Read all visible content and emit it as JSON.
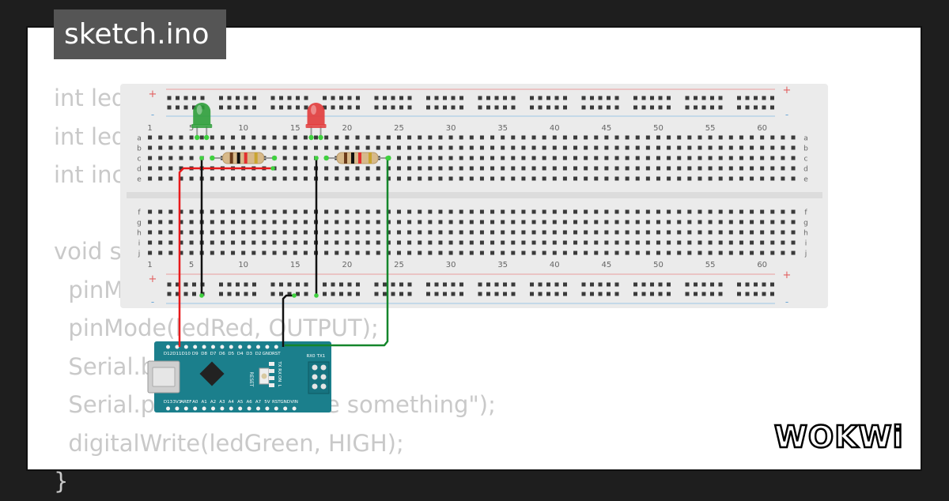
{
  "tab": {
    "title": "sketch.ino"
  },
  "code_lines": [
    "int ledG",
    "int ledR",
    "int inc",
    "",
    "void s",
    "  pinM",
    "  pinMode(ledRed, OUTPUT);",
    "  Serial.b",
    "  Serial.p                    rite something\");",
    "  digitalWrite(ledGreen, HIGH);",
    "}"
  ],
  "breadboard": {
    "column_labels": [
      "1",
      "5",
      "10",
      "15",
      "20",
      "25",
      "30",
      "35",
      "40",
      "45",
      "50",
      "55",
      "60"
    ],
    "row_labels_top": [
      "a",
      "b",
      "c",
      "d",
      "e"
    ],
    "row_labels_bottom": [
      "f",
      "g",
      "h",
      "i",
      "j"
    ],
    "rail_plus": "+",
    "rail_minus": "-"
  },
  "leds": [
    {
      "name": "green-led",
      "color": "#2e9e3a"
    },
    {
      "name": "red-led",
      "color": "#e23b3b"
    }
  ],
  "wires": {
    "red": "#e8191b",
    "black": "#111111",
    "green": "#14862b"
  },
  "arduino": {
    "top_pins": [
      "D12",
      "D11",
      "D10",
      "D9",
      "D8",
      "D7",
      "D6",
      "D5",
      "D4",
      "D3",
      "D2",
      "GND",
      "RST",
      "RX0",
      "TX1"
    ],
    "bottom_pins": [
      "D13",
      "3V3",
      "AREF",
      "A0",
      "A1",
      "A2",
      "A3",
      "A4",
      "A5",
      "A6",
      "A7",
      "5V",
      "RST",
      "GND",
      "VIN"
    ],
    "side_labels": [
      "TX",
      "RX",
      "ON",
      "L"
    ],
    "reset_label": "RESET",
    "board_color": "#1b7f8c"
  },
  "logo": {
    "text": "WOKWi"
  }
}
